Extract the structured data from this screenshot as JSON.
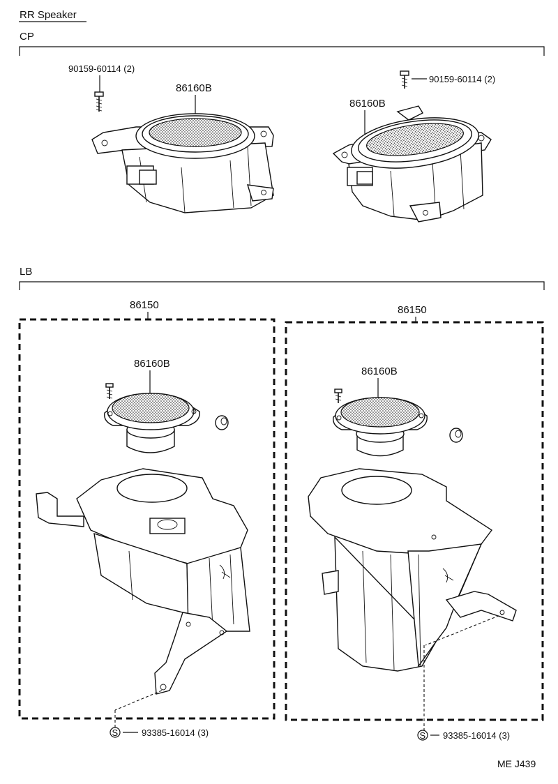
{
  "title": "RR Speaker",
  "sections": {
    "cp": {
      "label": "CP",
      "left": {
        "screw_pn": "90159-60114 (2)",
        "speaker_pn": "86160B"
      },
      "right": {
        "screw_pn": "90159-60114 (2)",
        "speaker_pn": "86160B"
      }
    },
    "lb": {
      "label": "LB",
      "left": {
        "assy_pn": "86150",
        "speaker_pn": "86160B",
        "clip_symbol": "S",
        "clip_pn": "93385-16014 (3)"
      },
      "right": {
        "assy_pn": "86150",
        "speaker_pn": "86160B",
        "clip_symbol": "S",
        "clip_pn": "93385-16014 (3)"
      }
    }
  },
  "footer_code": "ME J439"
}
